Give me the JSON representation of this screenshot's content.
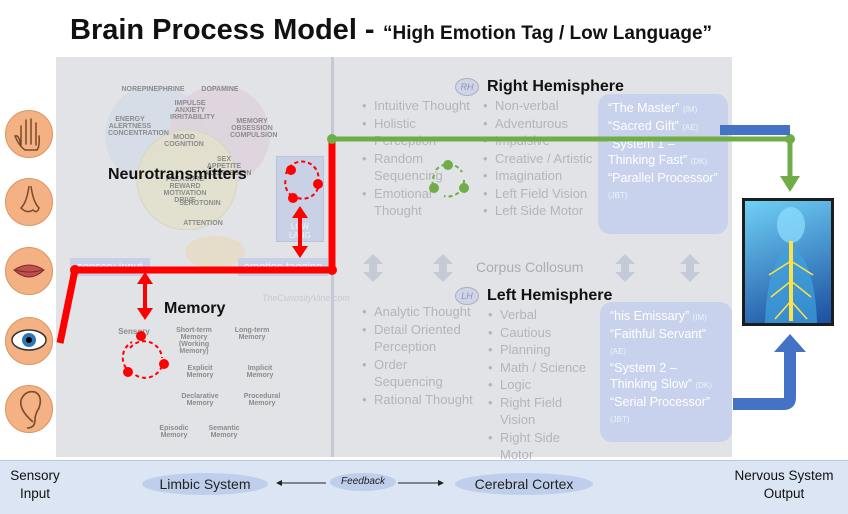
{
  "title": {
    "main": "Brain Process Model -",
    "sub": "“High Emotion Tag / Low Language”"
  },
  "senses": [
    "hand-icon",
    "nose-icon",
    "mouth-icon",
    "eye-icon",
    "ear-icon"
  ],
  "labels": {
    "neurotransmitters": "Neurotransmitters",
    "memory": "Memory",
    "sensory_input_tag": "sensory input",
    "emotion_tagging": "emotion tagging",
    "low_lang": "LOW LANG",
    "watermark": "TheCuriosityVine.com",
    "corpus": "Corpus Collosum"
  },
  "venn": [
    "NOREPINEPHRINE",
    "DOPAMINE",
    "SEROTONIN",
    "ENERGY ALERTNESS CONCENTRATION",
    "IMPULSE ANXIETY IRRITABILITY",
    "MEMORY OBSESSION COMPULSION",
    "MOOD COGNITION",
    "SEX APPETITE AGGRESSION",
    "PLEASURE REWARD MOTIVATION DRIVE",
    "ATTENTION"
  ],
  "memory_tree": {
    "sensory": "Sensory",
    "short_term": "Short-term Memory (Working Memory)",
    "long_term": "Long-term Memory",
    "explicit": "Explicit Memory",
    "implicit": "Implicit Memory",
    "declarative": "Declarative Memory",
    "procedural": "Procedural Memory",
    "episodic": "Episodic Memory",
    "semantic": "Semantic Memory"
  },
  "right_hemisphere": {
    "badge": "RH",
    "label": "Right Hemisphere",
    "col1": [
      "Intuitive Thought",
      "Holistic Perception",
      "Random Sequencing",
      "Emotional Thought"
    ],
    "col2": [
      "Non-verbal",
      "Adventurous",
      "Impulsive",
      "Creative / Artistic",
      "Imagination",
      "Left Field Vision",
      "Left Side Motor"
    ],
    "box": [
      {
        "text": "“The Master”",
        "ref": "(IM)"
      },
      {
        "text": "“Sacred Gift”",
        "ref": "(AE)"
      },
      {
        "text": "“System 1 – Thinking Fast”",
        "ref": "(DK)"
      },
      {
        "text": "“Parallel Processor”",
        "ref": "(JBT)"
      }
    ]
  },
  "left_hemisphere": {
    "badge": "LH",
    "label": "Left Hemisphere",
    "col1": [
      "Analytic Thought",
      "Detail Oriented Perception",
      "Order Sequencing",
      "Rational Thought"
    ],
    "col2": [
      "Verbal",
      "Cautious",
      "Planning",
      "Math / Science",
      "Logic",
      "Right Field Vision",
      "Right Side Motor"
    ],
    "box": [
      {
        "text": "“his Emissary”",
        "ref": "(IM)"
      },
      {
        "text": "“Faithful Servant”",
        "ref": "(AE)"
      },
      {
        "text": "“System 2 – Thinking Slow”",
        "ref": "(DK)"
      },
      {
        "text": "“Serial Processor”",
        "ref": "(JBT)"
      }
    ]
  },
  "bottom": {
    "sensory_input": "Sensory Input",
    "limbic": "Limbic System",
    "feedback": "Feedback",
    "cortex": "Cerebral Cortex",
    "output": "Nervous System Output"
  },
  "colors": {
    "red": "#ff0000",
    "green": "#70ad47",
    "blue": "#4472c4",
    "panel": "#e2e3e6"
  }
}
